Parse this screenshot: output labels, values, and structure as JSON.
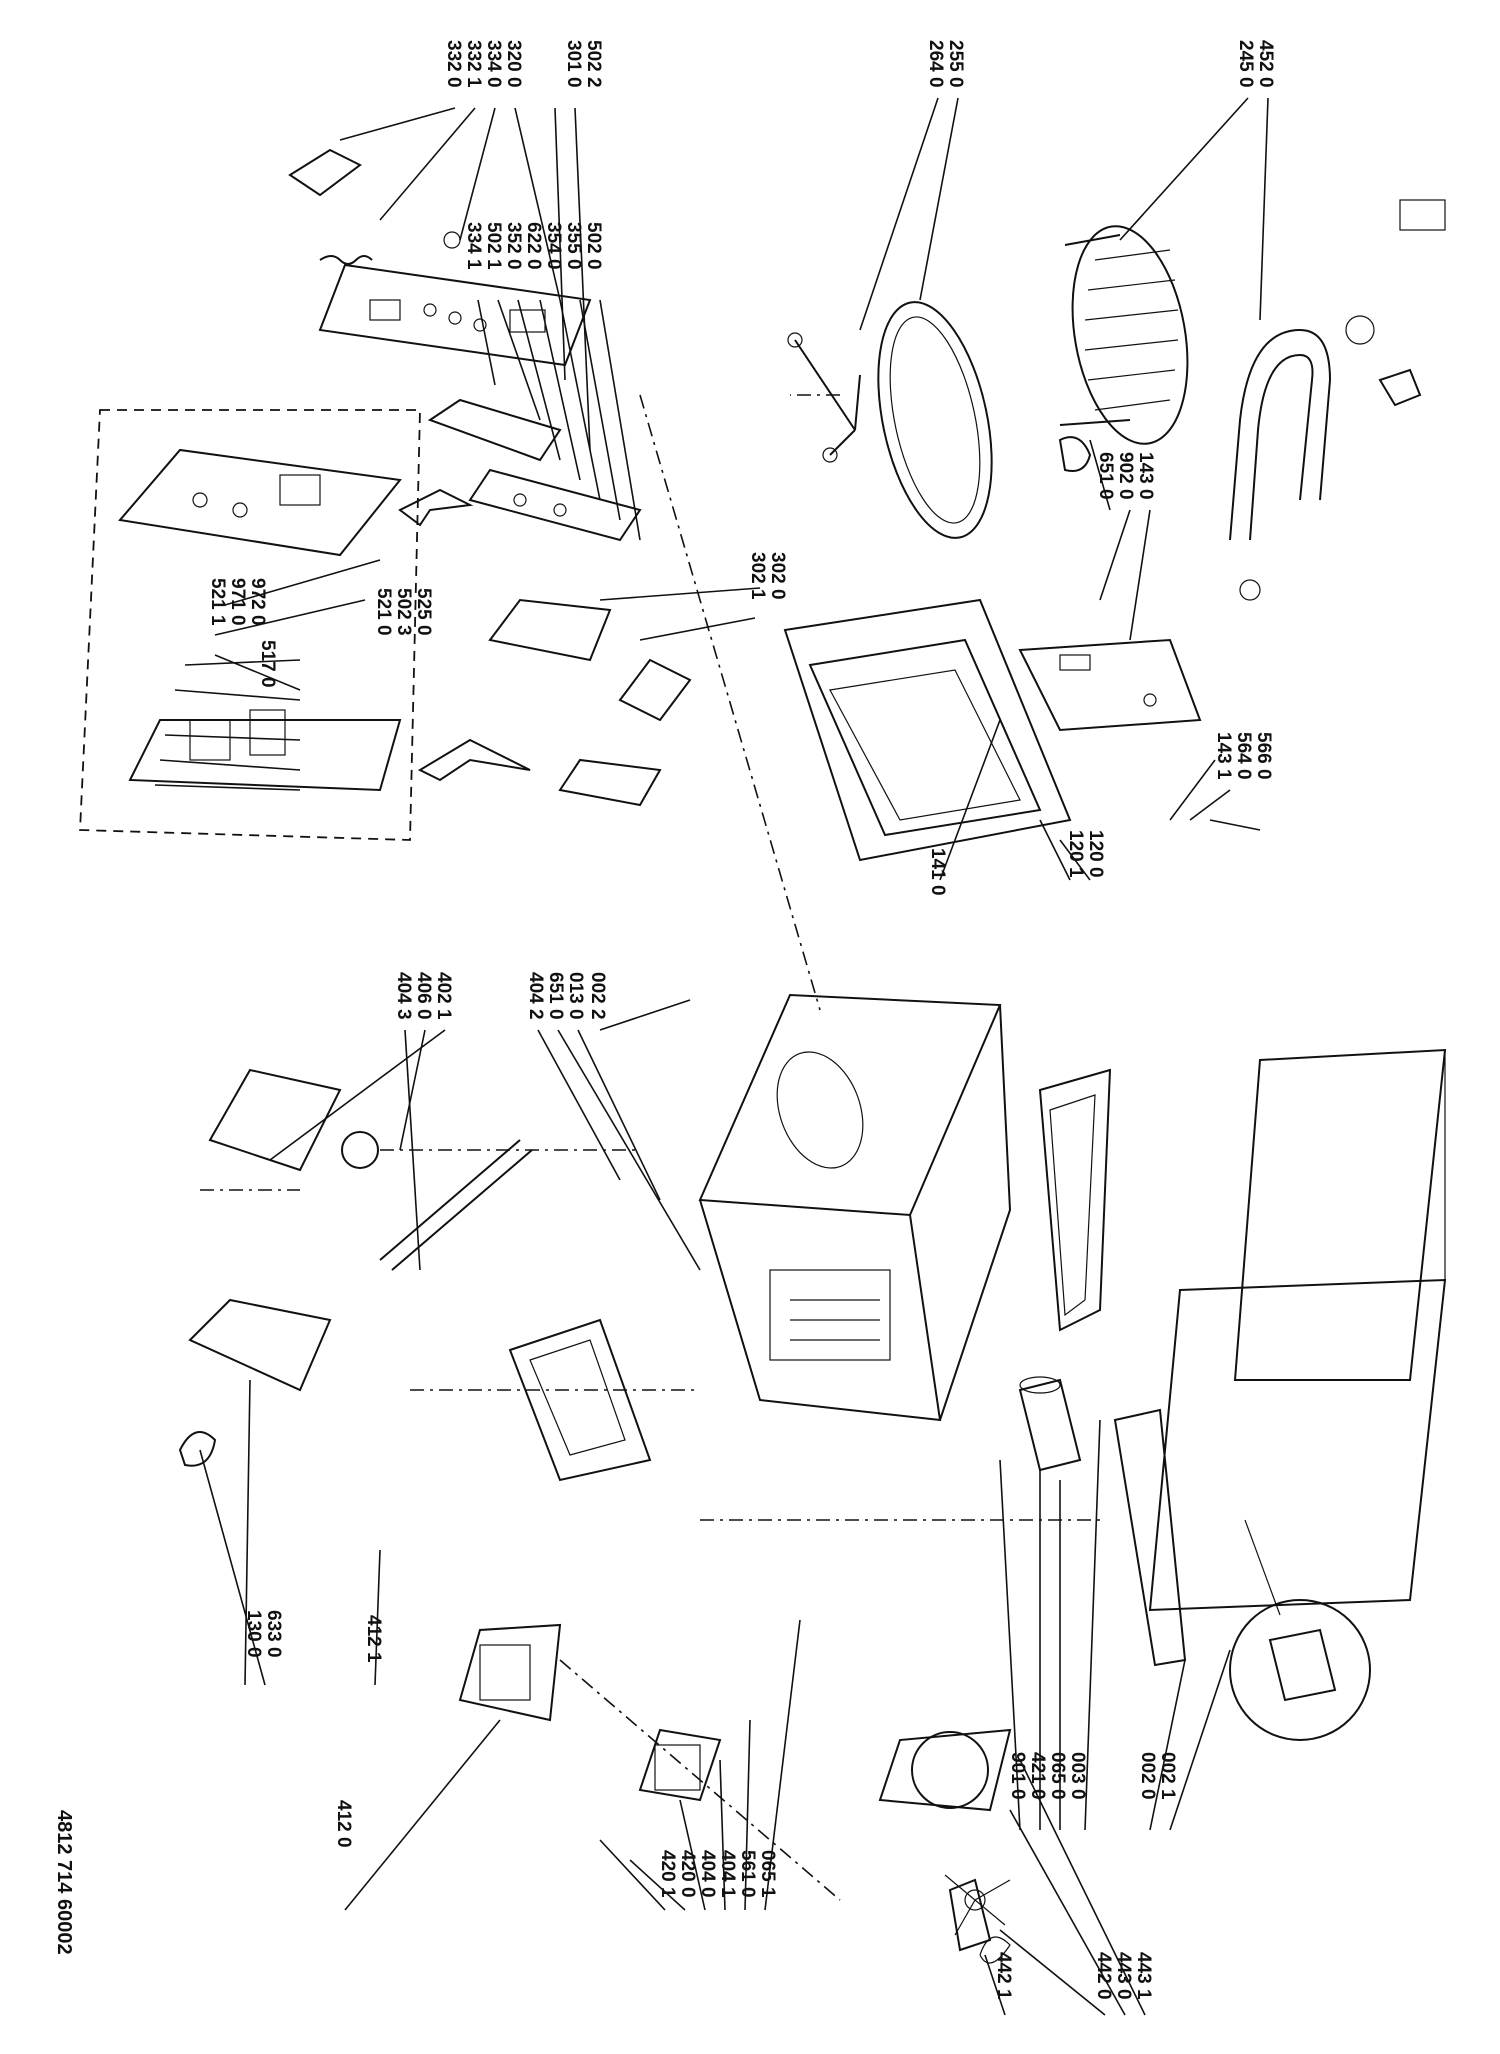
{
  "document_number": "4812 714 60002",
  "parts": [
    "332 0",
    "332 1",
    "334 0",
    "320 0",
    "301 0",
    "502 2",
    "334 1",
    "502 1",
    "352 0",
    "622 0",
    "354 0",
    "355 0",
    "502 0",
    "521 0",
    "502 3",
    "525 0",
    "517 0",
    "972 0",
    "971 0",
    "521 1",
    "302 1",
    "302 0",
    "264 0",
    "255 0",
    "245 0",
    "452 0",
    "651 0",
    "902 0",
    "143 0",
    "566 0",
    "564 0",
    "143 1",
    "141 0",
    "120 1",
    "120 0",
    "404 3",
    "406 0",
    "402 1",
    "404 2",
    "651 0",
    "013 0",
    "002 2",
    "130 0",
    "633 0",
    "412 1",
    "412 0",
    "420 1",
    "420 0",
    "404 0",
    "404 1",
    "561 0",
    "065 1",
    "901 0",
    "421 0",
    "065 0",
    "003 0",
    "002 0",
    "002 1",
    "442 1",
    "442 0",
    "443 0",
    "443 1"
  ]
}
